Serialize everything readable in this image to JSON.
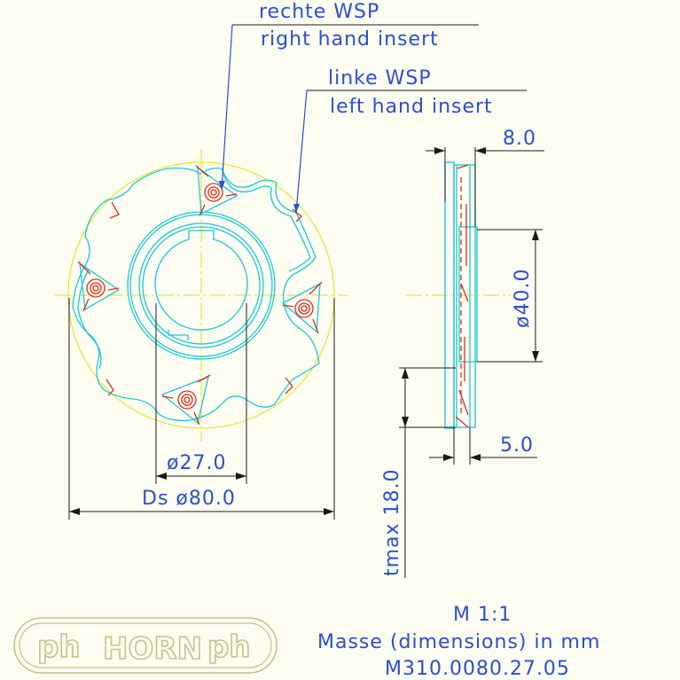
{
  "labels": {
    "right_de": "rechte WSP",
    "right_en": "right hand insert",
    "left_de": "linke WSP",
    "left_en": "left hand insert"
  },
  "dimensions": {
    "width": "8.0",
    "hub_diameter": "ø40.0",
    "bore": "ø27.0",
    "cutting_diameter": "Ds ø80.0",
    "insert_width": "5.0",
    "depth": "tmax 18.0"
  },
  "footer": {
    "scale": "M 1:1",
    "units": "Masse (dimensions) in mm",
    "part_number": "M310.0080.27.05"
  },
  "logo": {
    "text": "HORN",
    "mark": "ph"
  },
  "colors": {
    "annotation": "#2a4fd0",
    "outline": "#19c8d8",
    "insert": "#e02a1a",
    "centerline": "#e8e000",
    "logo": "#c8c08a"
  }
}
